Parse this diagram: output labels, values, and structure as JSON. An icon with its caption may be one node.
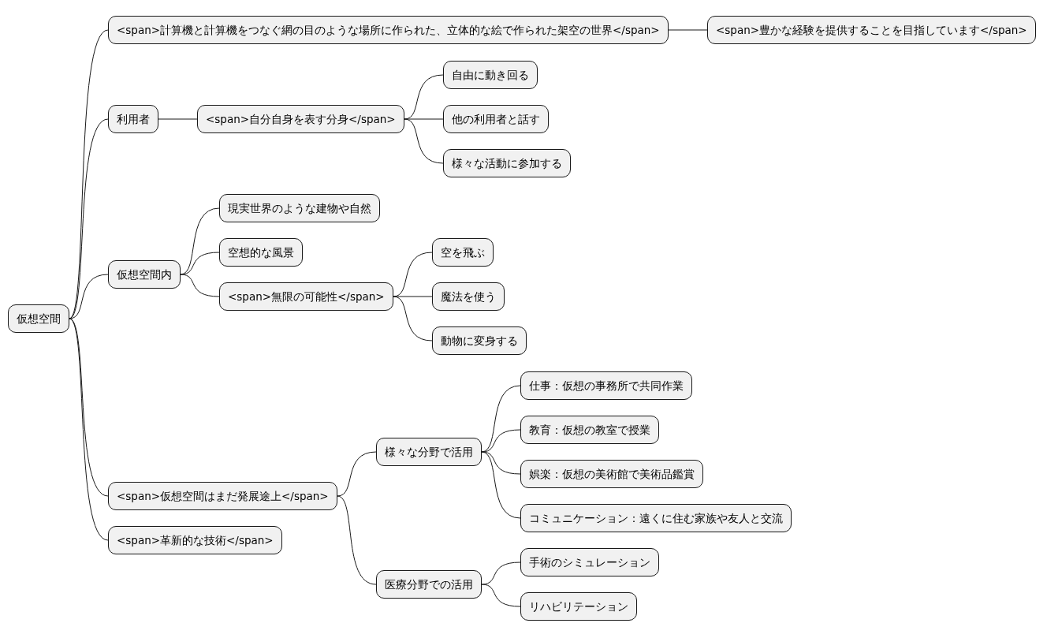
{
  "diagram": {
    "nodes": [
      {
        "text": [
          "仮想空間"
        ]
      },
      {
        "text": [
          "<span>計算機と計算機をつなぐ網の目のような場所に作られた、立体的な絵で作られた架空の世界</span>"
        ]
      },
      {
        "text": [
          "<span>豊かな経験を提供することを目指しています</span>"
        ]
      },
      {
        "text": [
          "利用者"
        ]
      },
      {
        "text": [
          "<span>自分自身を表す分身</span>"
        ]
      },
      {
        "text": [
          "自由に動き回る"
        ]
      },
      {
        "text": [
          "他の利用者と話す"
        ]
      },
      {
        "text": [
          "様々な活動に参加する"
        ]
      },
      {
        "text": [
          "仮想空間内"
        ]
      },
      {
        "text": [
          "現実世界のような建物や自然"
        ]
      },
      {
        "text": [
          "空想的な風景"
        ]
      },
      {
        "text": [
          "<span>無限の可能性</span>"
        ]
      },
      {
        "text": [
          "空を飛ぶ"
        ]
      },
      {
        "text": [
          "魔法を使う"
        ]
      },
      {
        "text": [
          "動物に変身する"
        ]
      },
      {
        "text": [
          "<span>仮想空間はまだ発展途上</span>"
        ]
      },
      {
        "text": [
          "様々な分野で活用"
        ]
      },
      {
        "text": [
          "仕事：仮想の事務所で共同作業"
        ]
      },
      {
        "text": [
          "教育：仮想の教室で授業"
        ]
      },
      {
        "text": [
          "娯楽：仮想の美術館で美術品鑑賞"
        ]
      },
      {
        "text": [
          "コミュニケーション：遠くに住む家族や友人と交流"
        ]
      },
      {
        "text": [
          "医療分野での活用"
        ]
      },
      {
        "text": [
          "手術のシミュレーション"
        ]
      },
      {
        "text": [
          "リハビリテーション"
        ]
      },
      {
        "text": [
          "<span>革新的な技術</span>"
        ]
      }
    ],
    "edges": [
      {
        "from": 0,
        "to": 1,
        "arrow": "none"
      },
      {
        "from": 1,
        "to": 2,
        "arrow": "none"
      },
      {
        "from": 0,
        "to": 3,
        "arrow": "none"
      },
      {
        "from": 3,
        "to": 4,
        "arrow": "none"
      },
      {
        "from": 4,
        "to": 5,
        "arrow": "none"
      },
      {
        "from": 4,
        "to": 6,
        "arrow": "none"
      },
      {
        "from": 4,
        "to": 7,
        "arrow": "none"
      },
      {
        "from": 0,
        "to": 8,
        "arrow": "none"
      },
      {
        "from": 8,
        "to": 9,
        "arrow": "none"
      },
      {
        "from": 8,
        "to": 10,
        "arrow": "none"
      },
      {
        "from": 8,
        "to": 11,
        "arrow": "none"
      },
      {
        "from": 11,
        "to": 12,
        "arrow": "none"
      },
      {
        "from": 11,
        "to": 13,
        "arrow": "none"
      },
      {
        "from": 11,
        "to": 14,
        "arrow": "none"
      },
      {
        "from": 0,
        "to": 15,
        "arrow": "none"
      },
      {
        "from": 15,
        "to": 16,
        "arrow": "none"
      },
      {
        "from": 16,
        "to": 17,
        "arrow": "none"
      },
      {
        "from": 16,
        "to": 18,
        "arrow": "none"
      },
      {
        "from": 16,
        "to": 19,
        "arrow": "none"
      },
      {
        "from": 16,
        "to": 20,
        "arrow": "none"
      },
      {
        "from": 15,
        "to": 21,
        "arrow": "none"
      },
      {
        "from": 21,
        "to": 22,
        "arrow": "none"
      },
      {
        "from": 21,
        "to": 23,
        "arrow": "none"
      },
      {
        "from": 0,
        "to": 24,
        "arrow": "none"
      }
    ]
  }
}
